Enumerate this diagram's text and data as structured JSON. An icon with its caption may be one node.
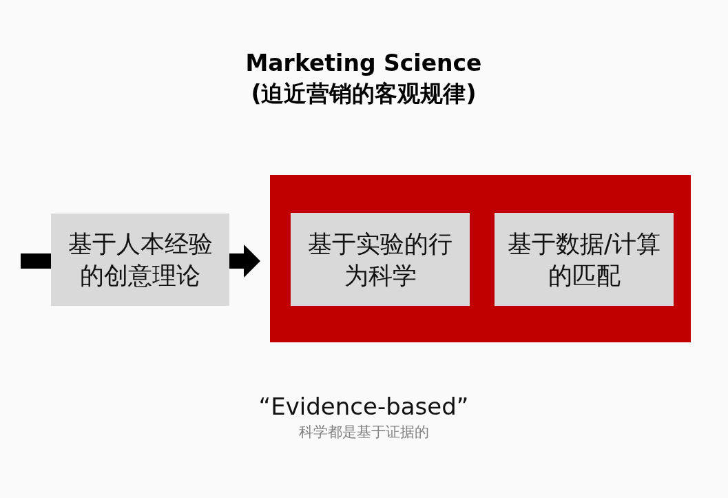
{
  "diagram": {
    "title": "Marketing Science (迫近营销的客观规律)",
    "nodes": [
      {
        "text": [
          "基于人本经验的创意理论"
        ]
      },
      {
        "text": [],
        "shape": "box"
      },
      {
        "text": [
          "基于实验的行为科学"
        ],
        "in": 1
      },
      {
        "text": [
          "基于数据/计算的匹配"
        ],
        "in": 1
      }
    ],
    "edges": [
      {
        "from": null,
        "to": 0,
        "arrow": "none",
        "style": "thick"
      },
      {
        "from": 0,
        "to": 1,
        "arrow": "to",
        "style": "thick"
      }
    ],
    "labels": [
      "“Evidence-based”",
      "科学都是基于证据的"
    ]
  }
}
